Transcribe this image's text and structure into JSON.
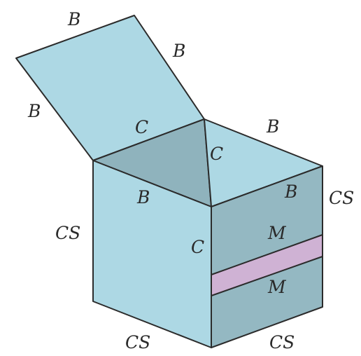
{
  "colors": {
    "face_light": "#add8e4",
    "face_shadow": "#8fb3bd",
    "face_right": "#94b8c2",
    "flap": "#add8e4",
    "band": "#cfb2d4",
    "edge": "#2b2b2b"
  },
  "labels": {
    "flap_top": "B",
    "flap_right": "B",
    "flap_left": "B",
    "hinge": "C",
    "back_top": "B",
    "inner_corner": "C",
    "front_top": "B",
    "right_top_inner": "B",
    "right_edge": "CS",
    "left_edge": "CS",
    "front_corner": "C",
    "band_upper": "M",
    "band_lower": "M",
    "bottom_left": "CS",
    "bottom_right": "CS"
  }
}
